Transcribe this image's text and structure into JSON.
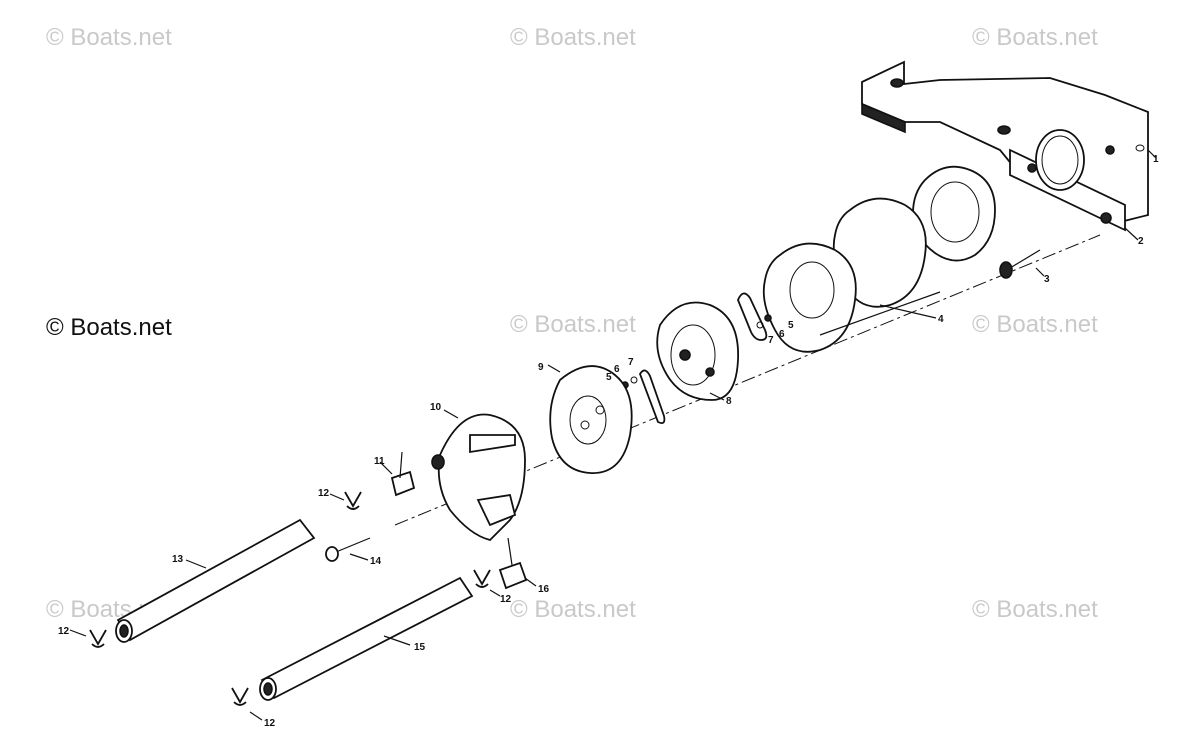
{
  "watermarks": [
    {
      "text": "© Boats.net",
      "dark": false
    },
    {
      "text": "© Boats.net",
      "dark": false
    },
    {
      "text": "© Boats.net",
      "dark": false
    },
    {
      "text": "© Boats.net",
      "dark": true
    },
    {
      "text": "© Boats.net",
      "dark": false
    },
    {
      "text": "© Boats.net",
      "dark": false
    },
    {
      "text": "© Boats.net",
      "dark": false
    },
    {
      "text": "© Boats.net",
      "dark": false
    },
    {
      "text": "© Boats.net",
      "dark": false
    }
  ],
  "callouts": [
    "1",
    "2",
    "3",
    "4",
    "5",
    "5",
    "6",
    "6",
    "7",
    "7",
    "8",
    "9",
    "10",
    "11",
    "12",
    "12",
    "12",
    "12",
    "13",
    "14",
    "15",
    "16"
  ],
  "colors": {
    "ink": "#111111",
    "watermark": "#c9c9c9",
    "background": "#ffffff"
  }
}
